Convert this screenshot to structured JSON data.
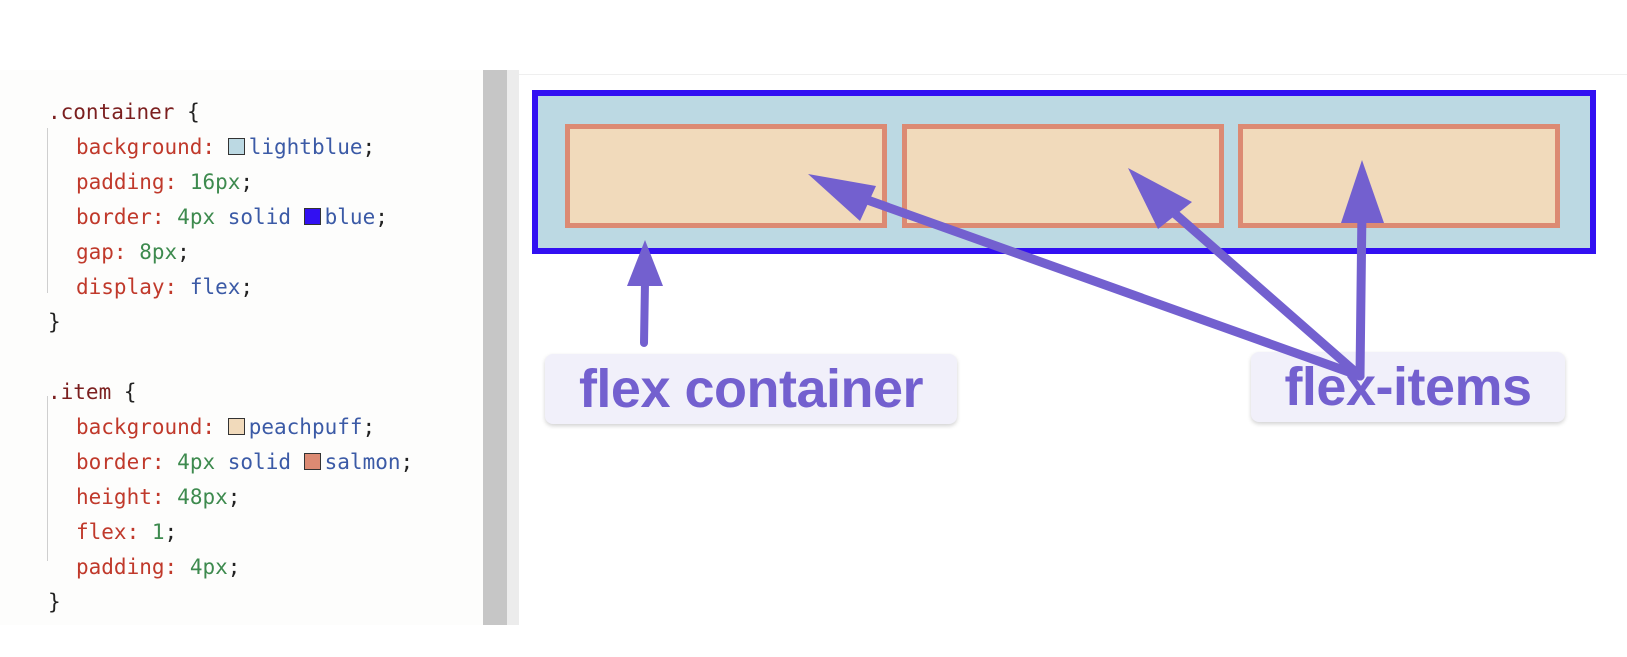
{
  "code": {
    "container_rule": {
      "selector": ".container",
      "open_brace": " {",
      "close_brace": "}",
      "declarations": [
        {
          "prop": "background:",
          "value": "lightblue",
          "swatch": "#bcd9e3"
        },
        {
          "prop": "padding:",
          "value": "16px"
        },
        {
          "prop": "border:",
          "value_num": "4px",
          "value_kw": "solid",
          "value": "blue",
          "swatch": "#3210f2"
        },
        {
          "prop": "gap:",
          "value": "8px"
        },
        {
          "prop": "display:",
          "value": "flex"
        }
      ]
    },
    "item_rule": {
      "selector": ".item",
      "open_brace": " {",
      "close_brace": "}",
      "declarations": [
        {
          "prop": "background:",
          "value": "peachpuff",
          "swatch": "#f1dabb"
        },
        {
          "prop": "border:",
          "value_num": "4px",
          "value_kw": "solid",
          "value": "salmon",
          "swatch": "#dc8a73"
        },
        {
          "prop": "height:",
          "value": "48px"
        },
        {
          "prop": "flex:",
          "value": "1"
        },
        {
          "prop": "padding:",
          "value": "4px"
        }
      ]
    },
    "semicolon": ";"
  },
  "annotations": {
    "container_label": "flex container",
    "items_label": "flex-items",
    "arrow_color": "#7360cf"
  },
  "colors": {
    "container_bg": "#bcd9e3",
    "container_border": "#3210f2",
    "item_bg": "#f1dabb",
    "item_border": "#dc8a73"
  }
}
